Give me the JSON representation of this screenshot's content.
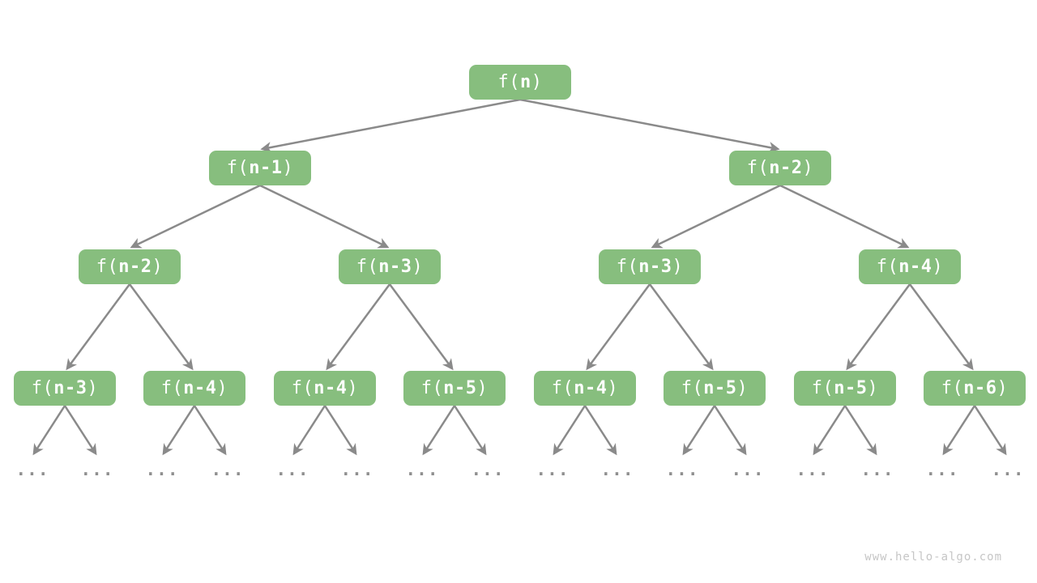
{
  "diagram": {
    "title_hint": "recursion tree of fibonacci-style calls",
    "watermark": "www.hello-algo.com",
    "ellipsis": "...",
    "colors": {
      "node_fill": "#87BE7E",
      "node_text": "#ffffff",
      "arrow": "#8a8a8a",
      "ellipsis": "#8f8f8f",
      "watermark": "#c6c6c6",
      "background": "#ffffff"
    },
    "nodes": {
      "root": {
        "pre": "f(",
        "var": "n",
        "post": ")"
      },
      "l2": [
        {
          "pre": "f(",
          "var": "n-1",
          "post": ")"
        },
        {
          "pre": "f(",
          "var": "n-2",
          "post": ")"
        }
      ],
      "l3": [
        {
          "pre": "f(",
          "var": "n-2",
          "post": ")"
        },
        {
          "pre": "f(",
          "var": "n-3",
          "post": ")"
        },
        {
          "pre": "f(",
          "var": "n-3",
          "post": ")"
        },
        {
          "pre": "f(",
          "var": "n-4",
          "post": ")"
        }
      ],
      "l4": [
        {
          "pre": "f(",
          "var": "n-3",
          "post": ")"
        },
        {
          "pre": "f(",
          "var": "n-4",
          "post": ")"
        },
        {
          "pre": "f(",
          "var": "n-4",
          "post": ")"
        },
        {
          "pre": "f(",
          "var": "n-5",
          "post": ")"
        },
        {
          "pre": "f(",
          "var": "n-4",
          "post": ")"
        },
        {
          "pre": "f(",
          "var": "n-5",
          "post": ")"
        },
        {
          "pre": "f(",
          "var": "n-5",
          "post": ")"
        },
        {
          "pre": "f(",
          "var": "n-6",
          "post": ")"
        }
      ]
    }
  }
}
